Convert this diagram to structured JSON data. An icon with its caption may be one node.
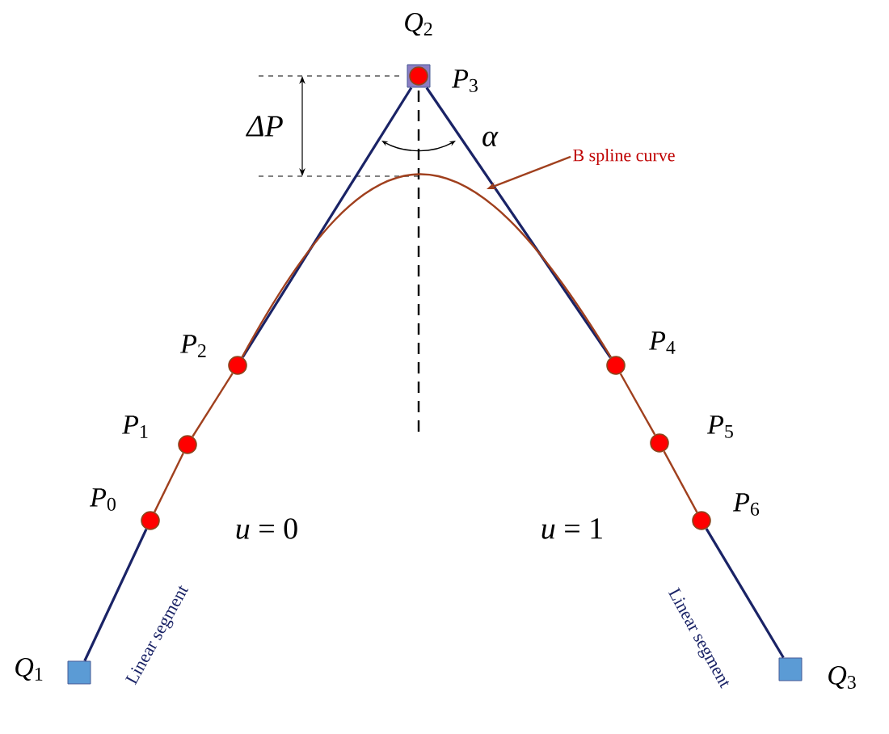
{
  "diagram": {
    "nodes": [
      {
        "text": [],
        "shape": "box",
        "beside": [
          "*Q*$_{2}$"
        ]
      },
      {
        "text": [],
        "shape": "circle",
        "in": 0,
        "beside": [
          "*P*$_{3}$"
        ]
      },
      {
        "text": [],
        "shape": "circle",
        "beside": [
          "*P*$_{2}$"
        ]
      },
      {
        "text": [],
        "shape": "circle",
        "beside": [
          "*P*$_{4}$"
        ]
      },
      {
        "text": [],
        "shape": "circle",
        "beside": [
          "*P*$_{1}$"
        ]
      },
      {
        "text": [],
        "shape": "circle",
        "beside": [
          "*P*$_{5}$"
        ]
      },
      {
        "text": [],
        "shape": "circle",
        "beside": [
          "*P*$_{0}$"
        ]
      },
      {
        "text": [],
        "shape": "circle",
        "beside": [
          "*P*$_{6}$"
        ]
      },
      {
        "text": [],
        "shape": "box",
        "beside": [
          "*Q*$_{1}$"
        ]
      },
      {
        "text": [],
        "shape": "box",
        "beside": [
          "*Q*$_{3}$"
        ]
      },
      {
        "text": [
          "B spline curve"
        ]
      }
    ],
    "edges": [
      {
        "from": 8,
        "to": 6,
        "arrow": "none",
        "color": "#1a2366"
      },
      {
        "from": 6,
        "to": 4,
        "arrow": "none",
        "color": "#a0401e"
      },
      {
        "from": 4,
        "to": 2,
        "arrow": "none",
        "color": "#a0401e"
      },
      {
        "from": 2,
        "to": 0,
        "arrow": "none",
        "color": "#1a2366"
      },
      {
        "from": 0,
        "to": 3,
        "arrow": "none",
        "color": "#1a2366"
      },
      {
        "from": 3,
        "to": 5,
        "arrow": "none",
        "color": "#a0401e"
      },
      {
        "from": 5,
        "to": 7,
        "arrow": "none",
        "color": "#a0401e"
      },
      {
        "from": 7,
        "to": 9,
        "arrow": "none",
        "color": "#1a2366"
      },
      {
        "from": 2,
        "to": 3,
        "arrow": "none",
        "color": "#a0401e"
      },
      {
        "from": 10,
        "to": null,
        "arrow": "to",
        "color": "#a0401e"
      }
    ],
    "labels": [
      "ΔP",
      "α",
      "*u* = 0",
      "*u* = 1",
      "Linear segment",
      "Linear segment"
    ]
  }
}
